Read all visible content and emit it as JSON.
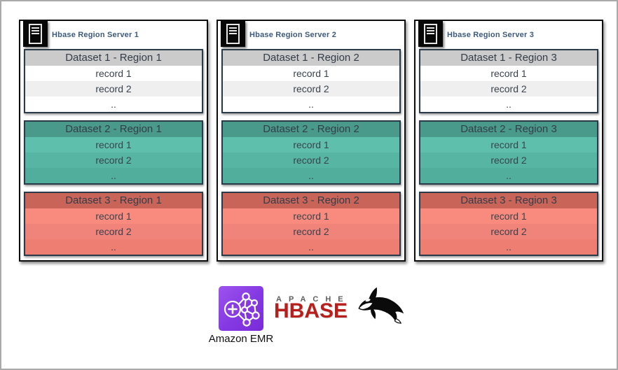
{
  "icons": {
    "server": "server-rack-icon",
    "emr": "emr-cluster-network-icon",
    "orca": "orca-whale-icon"
  },
  "colors": {
    "canvas_border": "#a9a9a9",
    "server_box_border": "#0d0d0d",
    "table_border": "#2b3a48",
    "server_title_text": "#3d5a7d",
    "cell_text": "#39434e",
    "gray_table": {
      "header": "#cbcbcb",
      "row1": "#ffffff",
      "row2": "#efefef",
      "row3": "#ffffff"
    },
    "teal_table": {
      "header": "#4a9a8b",
      "row1": "#5fbfad",
      "row2": "#56b5a3",
      "row3": "#51ae9c"
    },
    "red_table": {
      "header": "#c96459",
      "row1": "#f88b7d",
      "row2": "#f0837a",
      "row3": "#ee7e71"
    },
    "emr_purple_light": "#9d53ee",
    "emr_purple_dark": "#7a2bd8",
    "hbase_red": "#b71f1d",
    "apache_gray": "#5f5f5f",
    "orca_black": "#0b0b0b"
  },
  "servers": [
    {
      "title": "Hbase Region Server 1",
      "tables": [
        {
          "theme": "gray",
          "header": "Dataset 1 - Region 1",
          "rows": [
            "record 1",
            "record 2",
            ".."
          ]
        },
        {
          "theme": "teal",
          "header": "Dataset 2 - Region 1",
          "rows": [
            "record 1",
            "record 2",
            ".."
          ]
        },
        {
          "theme": "red",
          "header": "Dataset 3 - Region 1",
          "rows": [
            "record 1",
            "record 2",
            ".."
          ]
        }
      ]
    },
    {
      "title": "Hbase Region Server 2",
      "tables": [
        {
          "theme": "gray",
          "header": "Dataset 1 - Region 2",
          "rows": [
            "record 1",
            "record 2",
            ".."
          ]
        },
        {
          "theme": "teal",
          "header": "Dataset 2 - Region 2",
          "rows": [
            "record 1",
            "record 2",
            ".."
          ]
        },
        {
          "theme": "red",
          "header": "Dataset 3 - Region 2",
          "rows": [
            "record 1",
            "record 2",
            ".."
          ]
        }
      ]
    },
    {
      "title": "Hbase Region Server 3",
      "tables": [
        {
          "theme": "gray",
          "header": "Dataset 1 - Region 3",
          "rows": [
            "record 1",
            "record 2",
            ".."
          ]
        },
        {
          "theme": "teal",
          "header": "Dataset 2 - Region 3",
          "rows": [
            "record 1",
            "record 2",
            ".."
          ]
        },
        {
          "theme": "red",
          "header": "Dataset 3 - Region 3",
          "rows": [
            "record 1",
            "record 2",
            ".."
          ]
        }
      ]
    }
  ],
  "footer": {
    "emr_label": "Amazon EMR",
    "apache_word": "A P A C H E (letter-spaced)",
    "apache_display": "APACHE",
    "hbase_display": "HBASE"
  }
}
